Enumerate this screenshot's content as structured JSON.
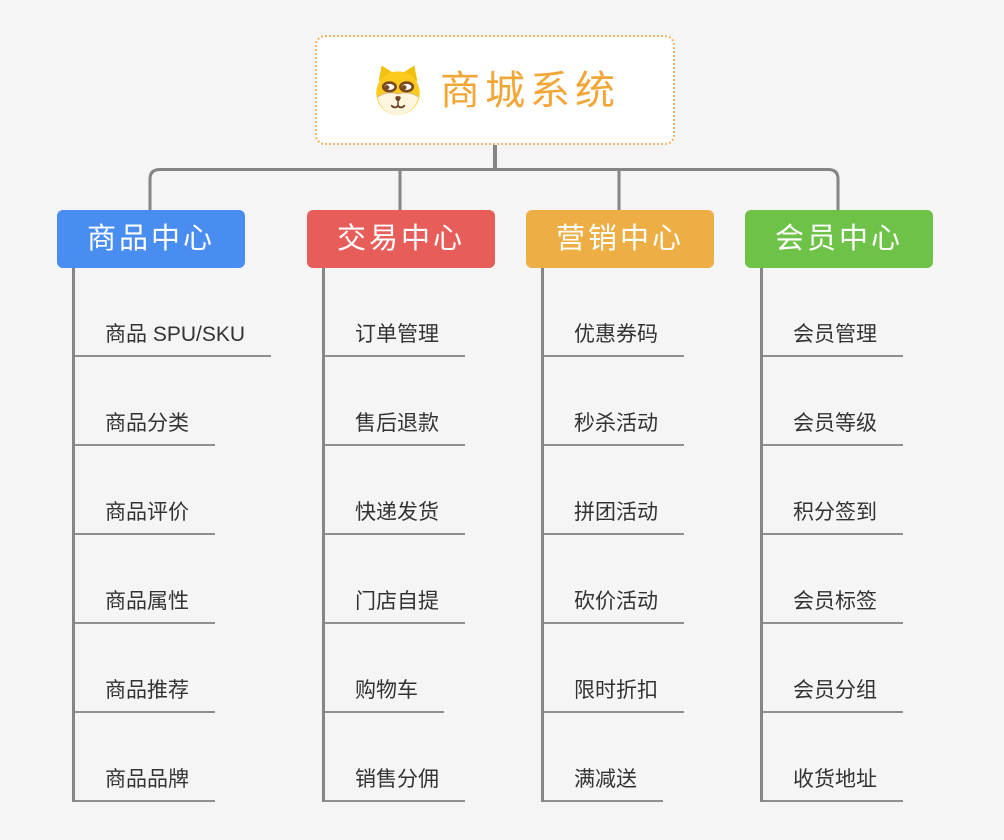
{
  "page": {
    "background": "#f5f5f5"
  },
  "root": {
    "title": "商城系统",
    "icon": "dog-face-icon",
    "border_color": "#f3b45f",
    "title_color": "#f2a637",
    "fill": "#ffffff"
  },
  "connectors": {
    "color": "#858585",
    "underline_color": "#8f8f8f"
  },
  "branches": [
    {
      "label": "商品中心",
      "color": "#4a8df0",
      "children": [
        "商品 SPU/SKU",
        "商品分类",
        "商品评价",
        "商品属性",
        "商品推荐",
        "商品品牌"
      ]
    },
    {
      "label": "交易中心",
      "color": "#e65d59",
      "children": [
        "订单管理",
        "售后退款",
        "快递发货",
        "门店自提",
        "购物车",
        "销售分佣"
      ]
    },
    {
      "label": "营销中心",
      "color": "#ecae45",
      "children": [
        "优惠券码",
        "秒杀活动",
        "拼团活动",
        "砍价活动",
        "限时折扣",
        "满减送"
      ]
    },
    {
      "label": "会员中心",
      "color": "#6dc247",
      "children": [
        "会员管理",
        "会员等级",
        "积分签到",
        "会员标签",
        "会员分组",
        "收货地址"
      ]
    }
  ]
}
